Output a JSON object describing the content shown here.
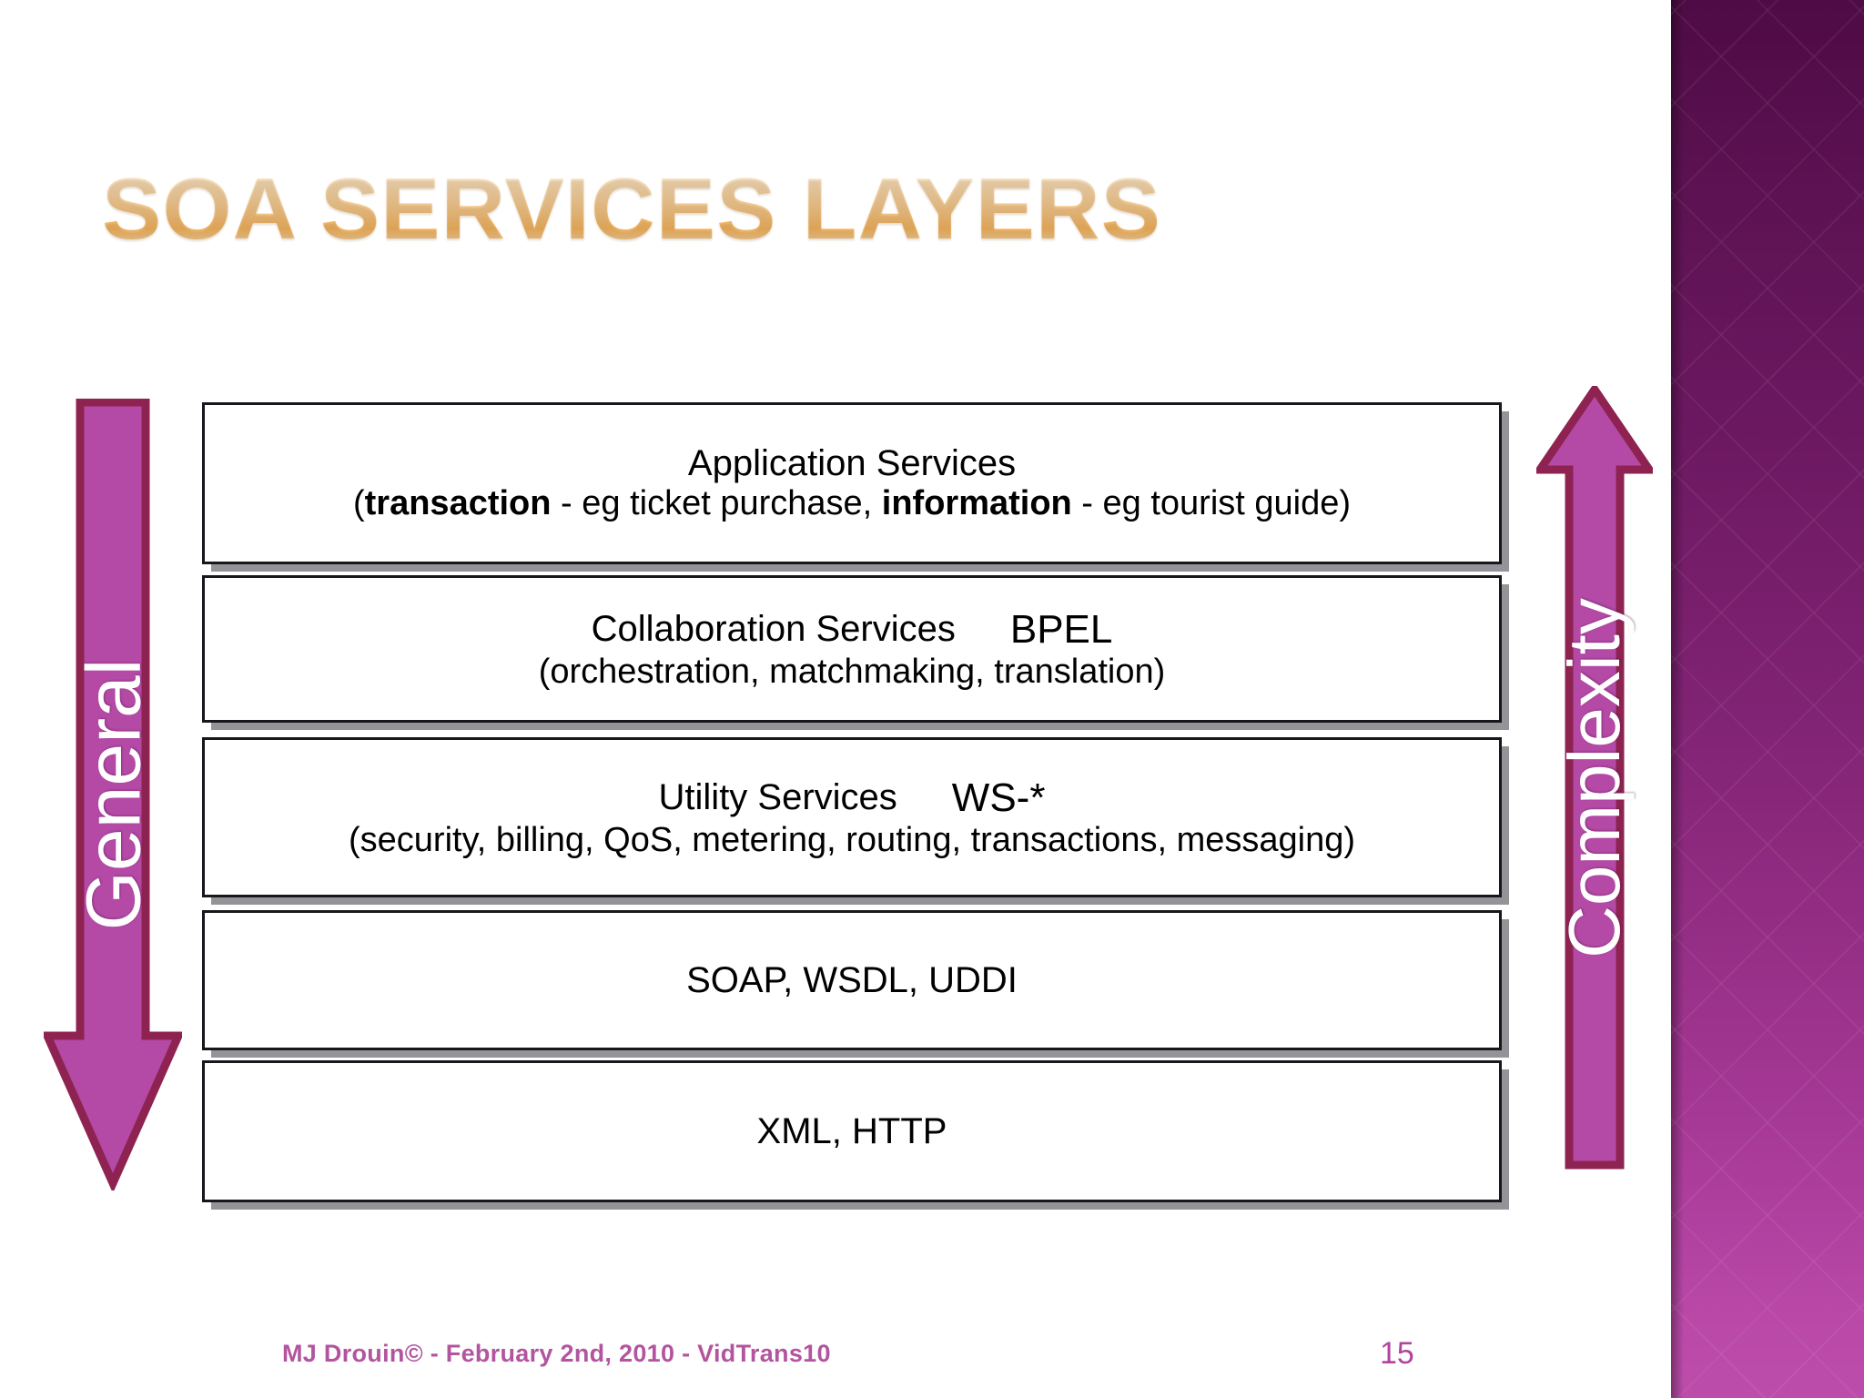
{
  "slide": {
    "title": "SOA SERVICES LAYERS",
    "page_number": "15",
    "footer": "MJ Drouin© - February 2nd, 2010 - VidTrans10",
    "background_color": "#ffffff",
    "accent_color": "#b3549f",
    "title_gradient": [
      "#fdf3e4",
      "#f3b45f"
    ]
  },
  "side_band": {
    "top_color": "#4e0b45",
    "bottom_color": "#bd4dab"
  },
  "arrows": {
    "left": {
      "label": "General",
      "direction": "down",
      "fill": "#b44aa6",
      "stroke": "#8e2352",
      "text_color": "#ffffff"
    },
    "right": {
      "label": "Complexity",
      "direction": "up",
      "fill": "#b44aa6",
      "stroke": "#8e2352",
      "text_color": "#ffffff"
    }
  },
  "layers": [
    {
      "id": "application",
      "line1": "Application Services",
      "line2_parts": [
        {
          "text": "(",
          "bold": false
        },
        {
          "text": "transaction",
          "bold": true
        },
        {
          "text": " - eg ticket purchase, ",
          "bold": false
        },
        {
          "text": "information",
          "bold": true
        },
        {
          "text": " - eg tourist guide)",
          "bold": false
        }
      ],
      "side_tag": ""
    },
    {
      "id": "collaboration",
      "line1": "Collaboration Services",
      "line2_parts": [
        {
          "text": "(orchestration, matchmaking, translation)",
          "bold": false
        }
      ],
      "side_tag": "BPEL"
    },
    {
      "id": "utility",
      "line1": "Utility Services",
      "line2_parts": [
        {
          "text": "(security, billing, QoS, metering, routing, transactions, messaging)",
          "bold": false
        }
      ],
      "side_tag": "WS-*"
    },
    {
      "id": "soap",
      "line1": "SOAP, WSDL, UDDI",
      "line2_parts": [],
      "side_tag": ""
    },
    {
      "id": "xml",
      "line1": "XML, HTTP",
      "line2_parts": [],
      "side_tag": ""
    }
  ]
}
